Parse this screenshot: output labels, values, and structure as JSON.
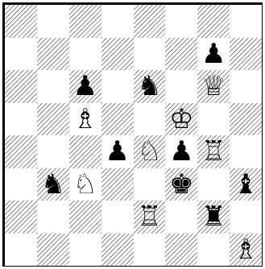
{
  "board": {
    "light_color": "#ffffff",
    "dark_color": "#8c8c8c",
    "dark_pattern": "diagonal-hatch",
    "pieces": [
      {
        "square": "g7",
        "color": "black",
        "type": "pawn",
        "glyph": "♟"
      },
      {
        "square": "c6",
        "color": "black",
        "type": "pawn",
        "glyph": "♟"
      },
      {
        "square": "e6",
        "color": "black",
        "type": "knight",
        "glyph": "♞"
      },
      {
        "square": "g6",
        "color": "white",
        "type": "queen",
        "glyph": "♕"
      },
      {
        "square": "c5",
        "color": "white",
        "type": "bishop",
        "glyph": "♗"
      },
      {
        "square": "f5",
        "color": "white",
        "type": "king",
        "glyph": "♔"
      },
      {
        "square": "d4",
        "color": "black",
        "type": "pawn",
        "glyph": "♟"
      },
      {
        "square": "e4",
        "color": "white",
        "type": "knight",
        "glyph": "♘"
      },
      {
        "square": "f4",
        "color": "black",
        "type": "pawn",
        "glyph": "♟"
      },
      {
        "square": "g4",
        "color": "white",
        "type": "rook",
        "glyph": "♖"
      },
      {
        "square": "b3",
        "color": "black",
        "type": "knight",
        "glyph": "♞"
      },
      {
        "square": "c3",
        "color": "white",
        "type": "knight",
        "glyph": "♘"
      },
      {
        "square": "f3",
        "color": "black",
        "type": "king",
        "glyph": "♚"
      },
      {
        "square": "h3",
        "color": "black",
        "type": "bishop",
        "glyph": "♝"
      },
      {
        "square": "e2",
        "color": "white",
        "type": "rook",
        "glyph": "♖"
      },
      {
        "square": "g2",
        "color": "black",
        "type": "rook",
        "glyph": "♜"
      },
      {
        "square": "h1",
        "color": "white",
        "type": "bishop",
        "glyph": "♗"
      }
    ]
  }
}
